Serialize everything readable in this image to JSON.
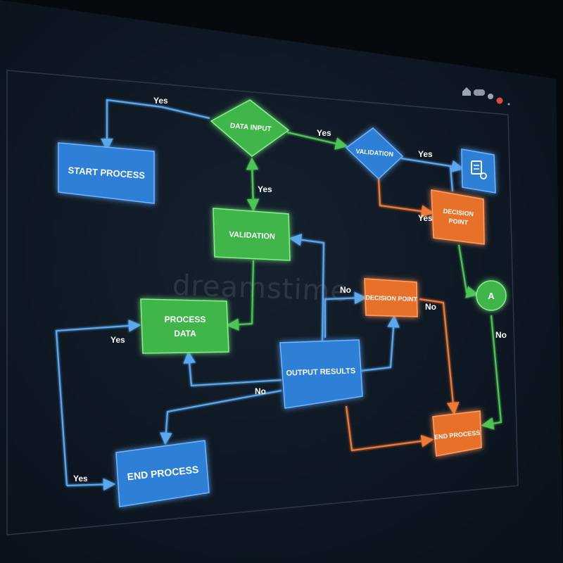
{
  "watermark": "dreamstime",
  "nodes": {
    "start_process": "START PROCESS",
    "data_input": "DATA INPUT",
    "validation_top": "VALIDATION",
    "validation_mid": "VALIDATION",
    "process_data_1": "PROCESS",
    "process_data_2": "DATA",
    "output_results": "OUTPUT RESULTS",
    "decision_point_mid": "DECISION POINT",
    "decision_point_right_1": "DECISION",
    "decision_point_right_2": "POINT",
    "end_process_left": "END PROCESS",
    "end_process_right": "END PROCESS",
    "circle_node": "A"
  },
  "edges": {
    "yes_start_loop": "Yes",
    "yes_input_validation": "Yes",
    "yes_validation_doc": "Yes",
    "yes_input_mid": "Yes",
    "yes_decision_right": "Yes",
    "no_decision_mid": "No",
    "no_decision_mid_right": "No",
    "yes_process": "Yes",
    "no_output": "No",
    "yes_end": "Yes",
    "no_circle": "No"
  },
  "icons": [
    "document-gear-icon",
    "home-icon",
    "window-control-icons"
  ],
  "colors": {
    "background": "#06090d",
    "screen": "#0e1a26",
    "blue": "#2f7fd6",
    "green": "#3fb54a",
    "orange": "#e8712c",
    "blue_line": "#5aa8f0",
    "green_line": "#4cc552",
    "orange_line": "#f07a35"
  }
}
